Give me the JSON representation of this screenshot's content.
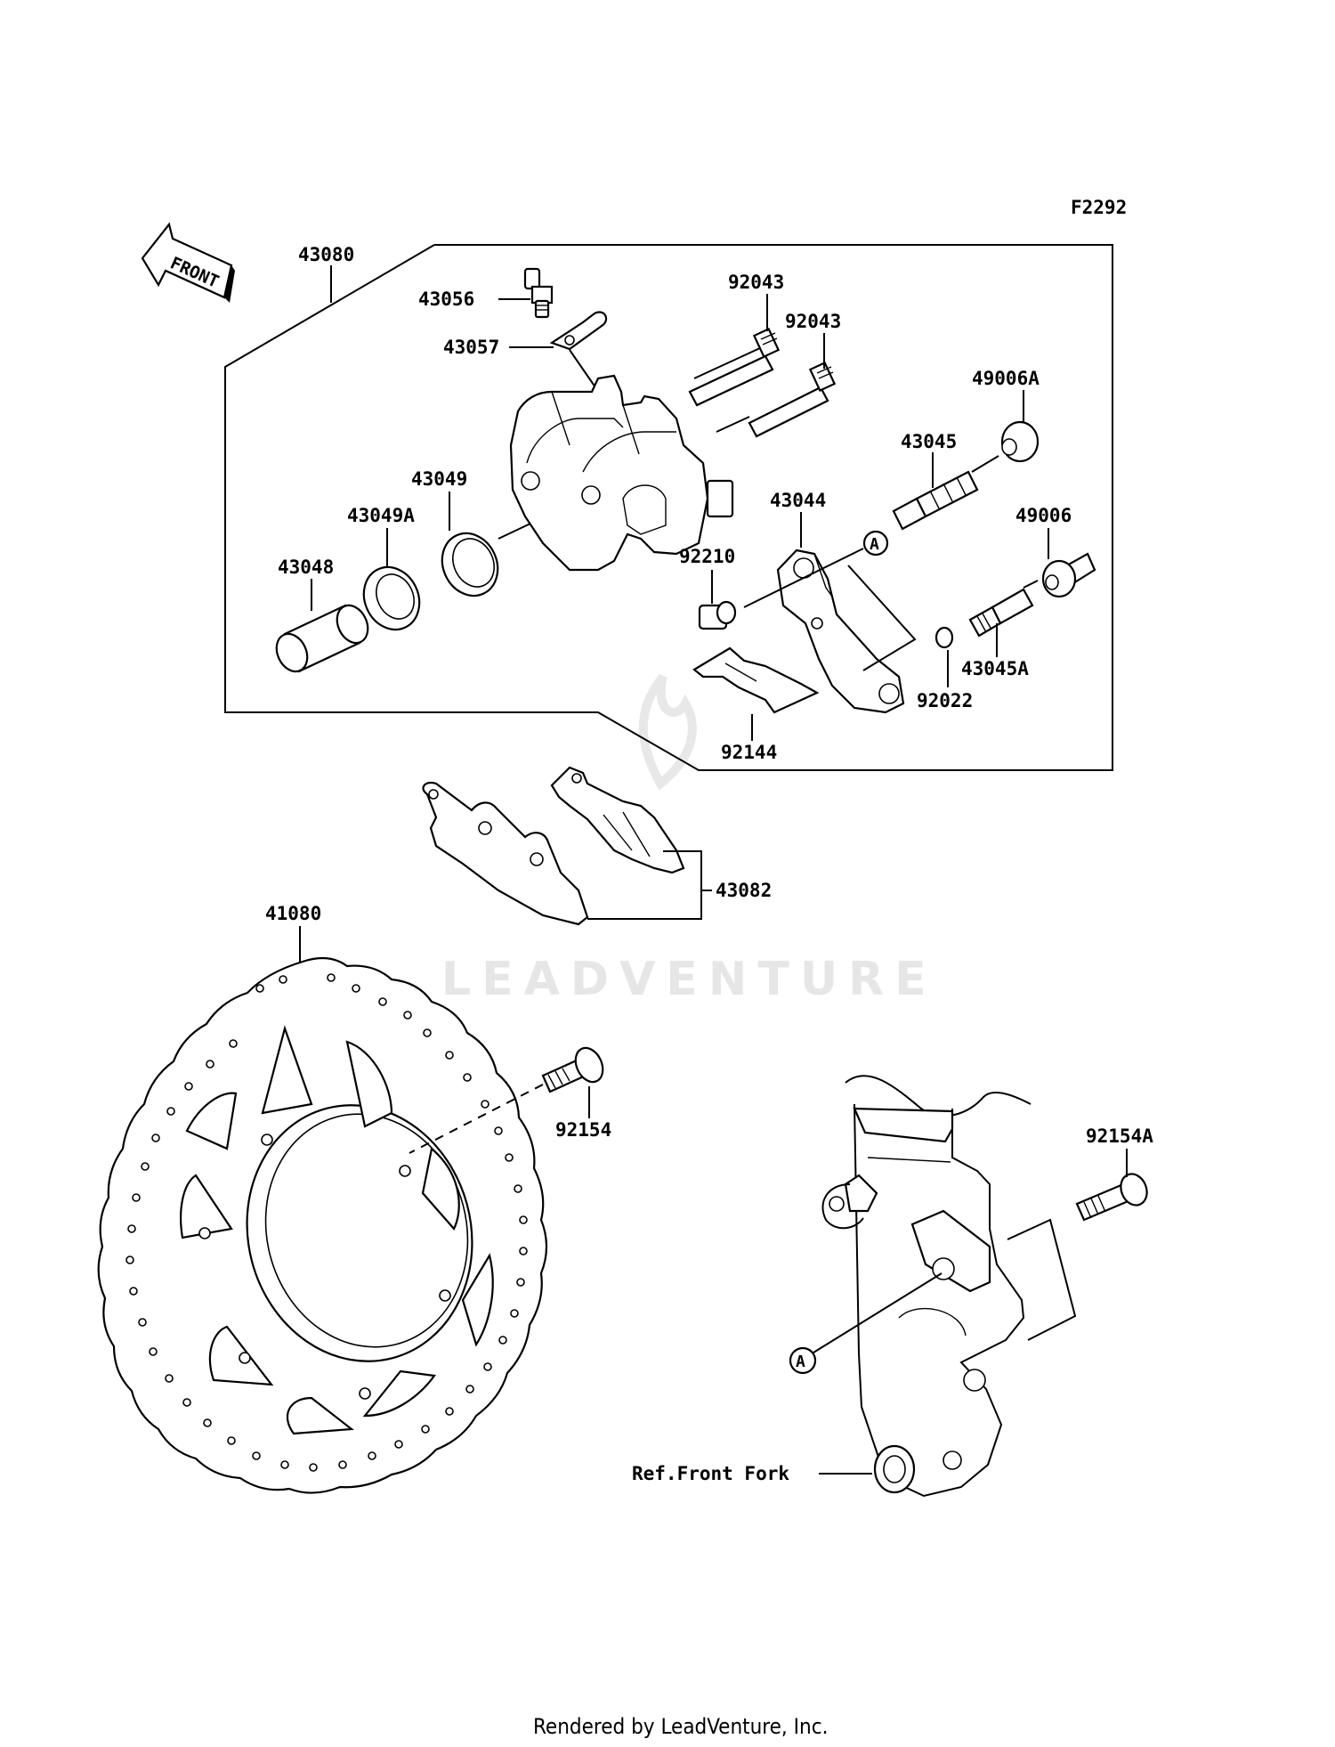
{
  "figure_code": "F2292",
  "front_arrow_label": "FRONT",
  "watermark": "LEADVENTURE",
  "footer": "Rendered by LeadVenture, Inc.",
  "reference_marker": "A",
  "ref_front_fork": "Ref.Front Fork",
  "parts": {
    "p43080": "43080",
    "p43056": "43056",
    "p43057": "43057",
    "p92043a": "92043",
    "p92043b": "92043",
    "p49006A": "49006A",
    "p43045": "43045",
    "p43044": "43044",
    "p49006": "49006",
    "p43049": "43049",
    "p43049A": "43049A",
    "p43048": "43048",
    "p92210": "92210",
    "p43045A": "43045A",
    "p92022": "92022",
    "p92144": "92144",
    "p43082": "43082",
    "p41080": "41080",
    "p92154": "92154",
    "p92154A": "92154A"
  },
  "colors": {
    "line": "#000000",
    "background": "#ffffff",
    "watermark": "#e6e6e6"
  }
}
